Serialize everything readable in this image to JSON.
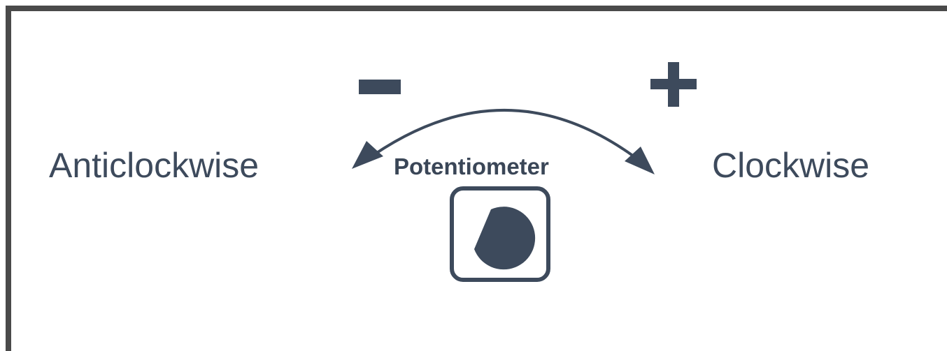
{
  "diagram": {
    "left_label": "Anticlockwise",
    "right_label": "Clockwise",
    "center_label": "Potentiometer",
    "left_symbol": "minus-icon",
    "right_symbol": "plus-icon",
    "knob_icon": "potentiometer-knob-icon",
    "arrow": "double-headed-curved-arrow"
  },
  "colors": {
    "ink": "#3d4a5c",
    "frame": "#4a4a4a",
    "background": "#ffffff"
  }
}
